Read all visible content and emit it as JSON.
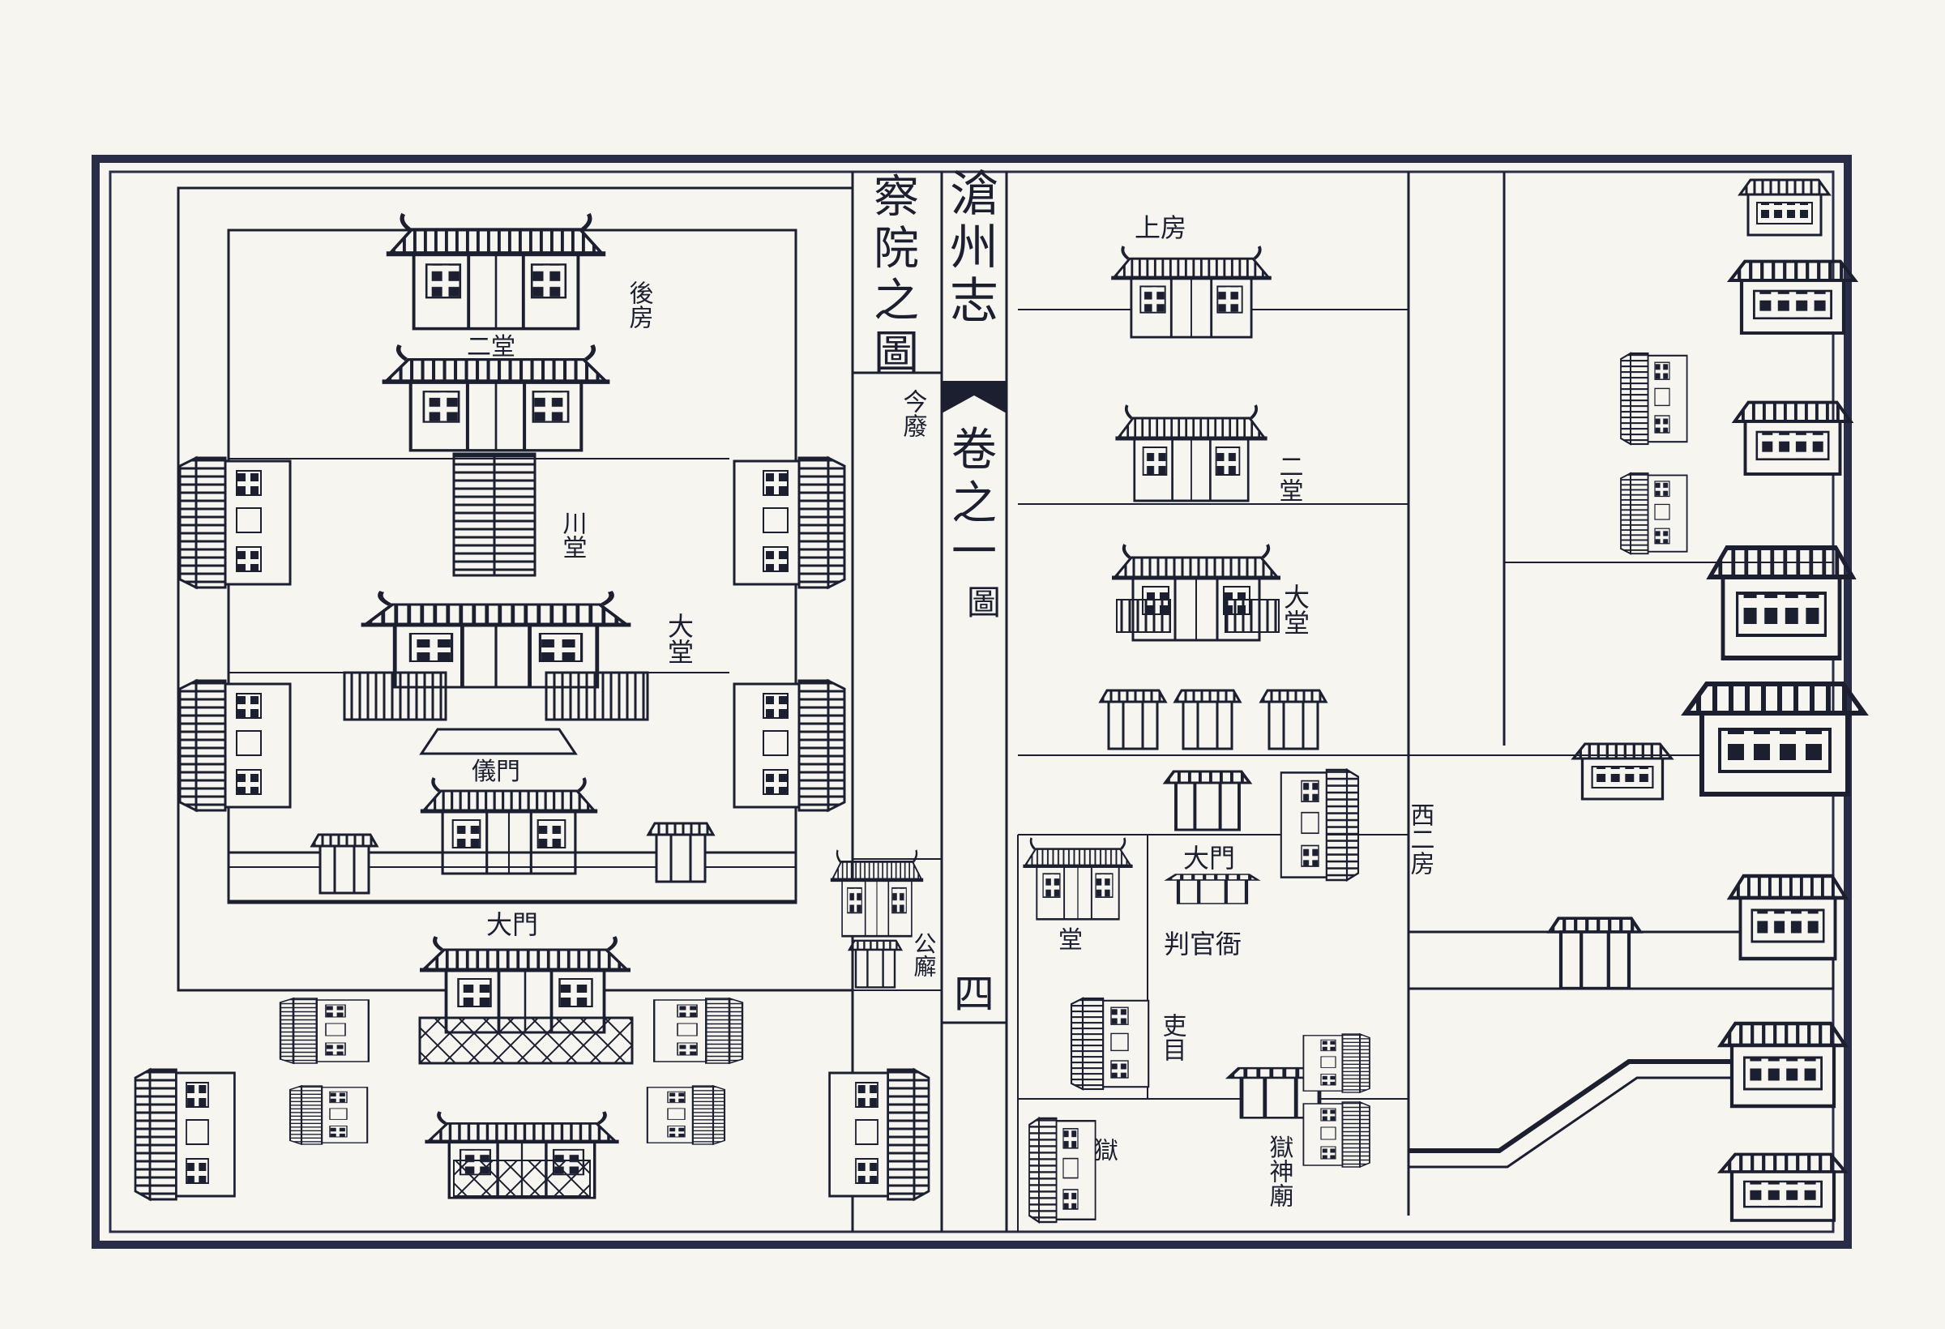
{
  "book": {
    "title": "滄州志",
    "volume": "卷之一",
    "category": "圖",
    "page_number": "四"
  },
  "left_map": {
    "title": "察院之圖",
    "labels": {
      "rear_rooms": "後房",
      "second_hall": "二堂",
      "corridor_hall": "川堂",
      "main_hall": "大堂",
      "ceremonial_gate": "儀門",
      "main_gate": "大門",
      "present_note": "今廢",
      "public_pavilion": "公廨"
    }
  },
  "right_map": {
    "labels": {
      "upper_rooms": "上房",
      "second_hall": "二堂",
      "main_hall": "大堂",
      "main_gate": "大門",
      "west_rooms": "西二房",
      "office": "判官衙",
      "registrar_office": "吏目",
      "hall": "堂",
      "prison": "獄",
      "prison_shrine": "獄神廟"
    }
  },
  "colors": {
    "ink": "#1c1f30",
    "paper": "#f6f5f0",
    "border": "#2a2d48"
  }
}
